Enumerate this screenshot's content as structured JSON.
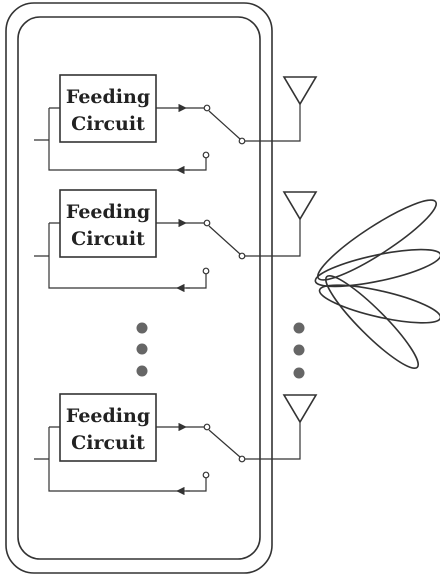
{
  "diagram": {
    "feeding_blocks": [
      {
        "line1": "Feeding",
        "line2": "Circuit"
      },
      {
        "line1": "Feeding",
        "line2": "Circuit"
      },
      {
        "line1": "Feeding",
        "line2": "Circuit"
      }
    ],
    "colors": {
      "stroke": "#333333",
      "dots": "#666666",
      "background": "#ffffff"
    }
  }
}
